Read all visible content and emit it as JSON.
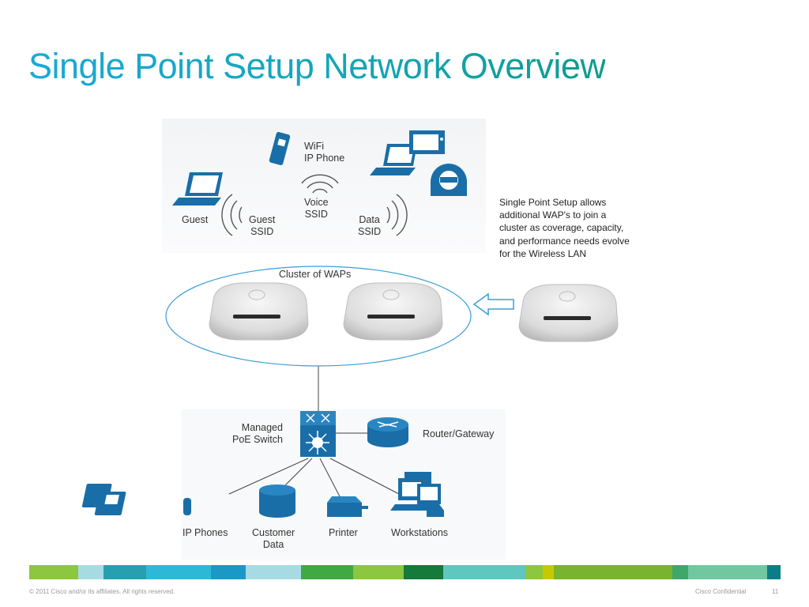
{
  "slide": {
    "title": "Single Point Setup Network Overview"
  },
  "diagram": {
    "wireless_clients": {
      "wifi_phone": "WiFi\nIP Phone",
      "guest": "Guest",
      "guest_ssid": "Guest\nSSID",
      "voice_ssid": "Voice\nSSID",
      "data_ssid": "Data\nSSID"
    },
    "cluster_label": "Cluster of WAPs",
    "note": "Single Point Setup allows additional WAP's to join a cluster as coverage, capacity, and performance needs evolve for the Wireless LAN",
    "wired": {
      "switch": "Managed\nPoE Switch",
      "router": "Router/Gateway",
      "ip_phones": "IP Phones",
      "customer_data": "Customer\nData",
      "printer": "Printer",
      "workstations": "Workstations"
    },
    "colors": {
      "device_blue": "#1a6ea8",
      "ellipse_blue": "#3a9ed8"
    }
  },
  "footer": {
    "copyright": "© 2011 Cisco and/or its affiliates. All rights reserved.",
    "confidential": "Cisco Confidential",
    "page_number": "11"
  },
  "stripe_colors": [
    "#8dc63f",
    "#a7dbe4",
    "#26a0b0",
    "#2db8d8",
    "#1a98c6",
    "#a7dbe4",
    "#41a942",
    "#8dc63f",
    "#157a3a",
    "#5ec7c0",
    "#8dc63f",
    "#c6c900",
    "#7ab32e",
    "#3ea76a",
    "#71c8a0",
    "#0a7e88"
  ]
}
